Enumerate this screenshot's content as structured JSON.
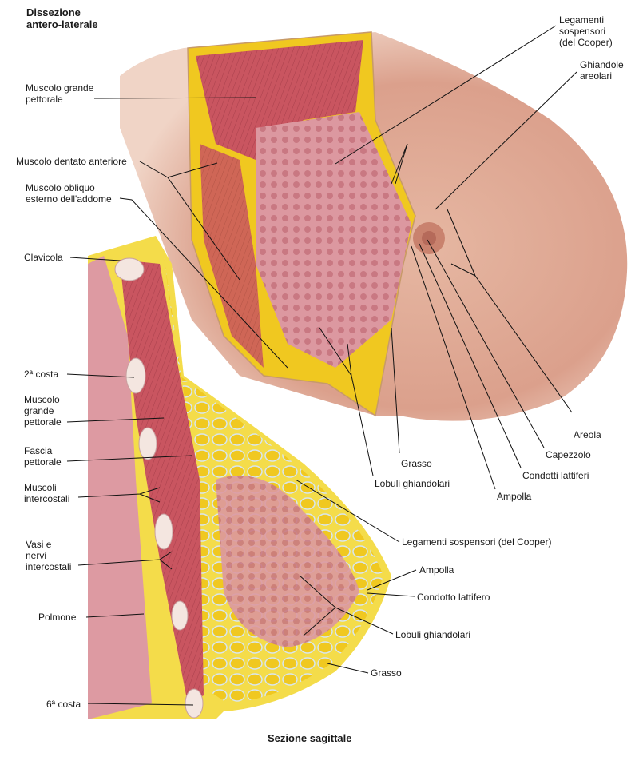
{
  "titles": {
    "top": "Dissezione\nantero-laterale",
    "bottom": "Sezione sagittale"
  },
  "top_labels": {
    "muscolo_grande_pettorale": "Muscolo grande\npettorale",
    "muscolo_dentato": "Muscolo dentato anteriore",
    "muscolo_obliquo": "Muscolo obliquo\nesterno dell'addome",
    "legamenti": "Legamenti\nsospensori\n(del Cooper)",
    "ghiandole": "Ghiandole\nareolari",
    "areola": "Areola",
    "capezzolo": "Capezzolo",
    "condotti": "Condotti lattiferi",
    "ampolla": "Ampolla",
    "grasso": "Grasso",
    "lobuli": "Lobuli ghiandolari"
  },
  "bottom_labels": {
    "clavicola": "Clavicola",
    "costa2": "2ª costa",
    "muscolo_grande_pettorale": "Muscolo\ngrande\npettorale",
    "fascia": "Fascia\npettorale",
    "intercostali": "Muscoli\nintercostali",
    "vasi": "Vasi e\nnervi\nintercostali",
    "polmone": "Polmone",
    "costa6": "6ª costa",
    "legamenti": "Legamenti sospensori (del Cooper)",
    "ampolla": "Ampolla",
    "condotto": "Condotto lattifero",
    "lobuli": "Lobuli ghiandolari",
    "grasso": "Grasso"
  },
  "colors": {
    "skin": "#e9b9a4",
    "muscle": "#c8505a",
    "fat": "#f2d234",
    "gland": "#d98c96",
    "lung": "#dc8f98"
  }
}
